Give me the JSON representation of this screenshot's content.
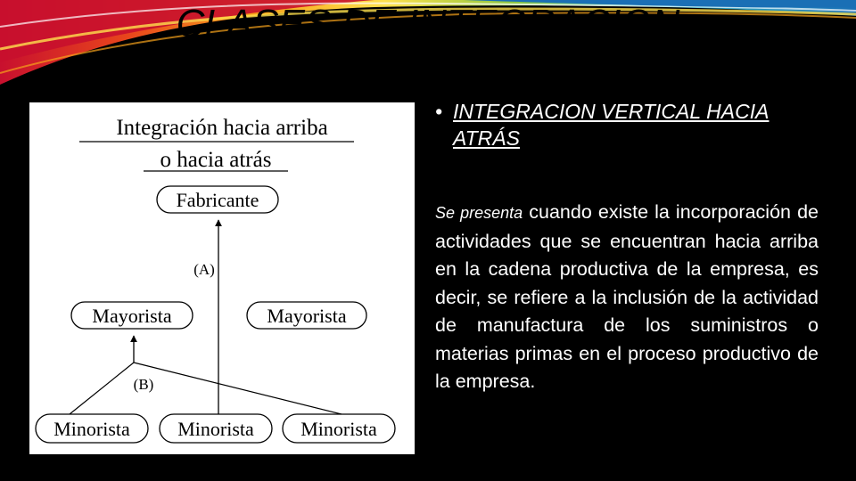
{
  "slide": {
    "title": "CLASES DE INTEGRACION VERTICAL",
    "bullet": {
      "marker": "•",
      "heading": "INTEGRACION VERTICAL HACIA ATRÁS"
    },
    "paragraph": {
      "lead": "Se presenta",
      "text": " cuando existe la incorporación de actividades que se encuentran hacia arriba en la cadena productiva de la empresa, es decir, se refiere a la inclusión de la actividad de manufactura de los suministros o materias primas en el proceso productivo de la empresa."
    }
  },
  "diagram": {
    "title_line1": "Integración hacia arriba",
    "title_line2": "o hacia atrás",
    "nodes": {
      "fabricante": "Fabricante",
      "mayorista_left": "Mayorista",
      "mayorista_right": "Mayorista",
      "minorista_1": "Minorista",
      "minorista_2": "Minorista",
      "minorista_3": "Minorista"
    },
    "labels": {
      "a": "(A)",
      "b": "(B)"
    }
  },
  "theme": {
    "background": "#000000",
    "stripe_colors": [
      "#c8102e",
      "#e8461c",
      "#f7a21b",
      "#ffe14d",
      "#8cc63f",
      "#2cb5c8",
      "#1a6fb5"
    ]
  }
}
